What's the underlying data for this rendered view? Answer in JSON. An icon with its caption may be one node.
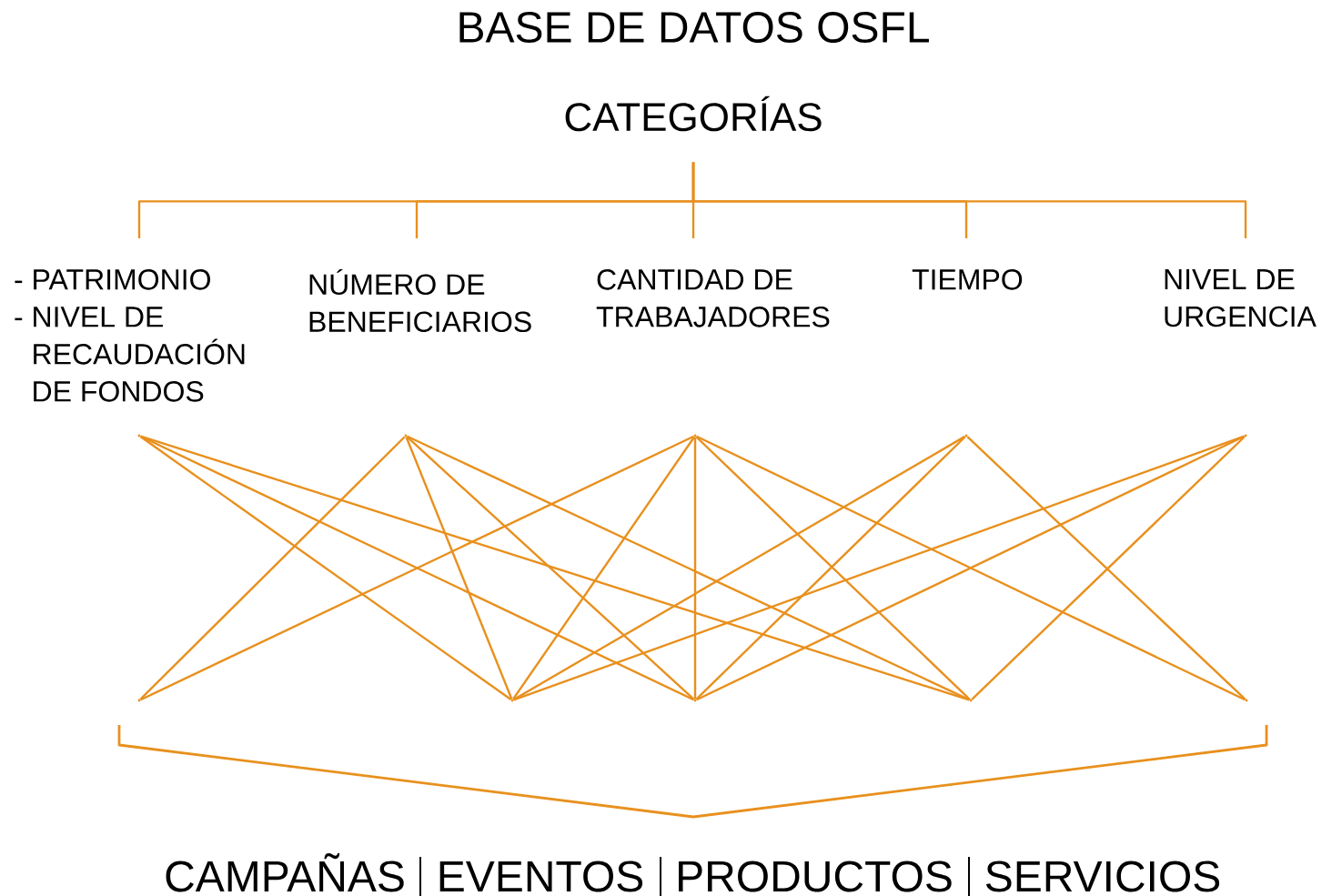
{
  "diagram": {
    "title": "BASE DE DATOS OSFL",
    "nodes": [
      {
        "text": [
          "CATEGORÍAS"
        ]
      },
      {
        "text": [
          "- PATRIMONIO",
          "- NIVEL DE RECAUDACIÓN DE FONDOS"
        ]
      },
      {
        "text": [
          "NÚMERO DE BENEFICIARIOS"
        ]
      },
      {
        "text": [
          "CANTIDAD DE TRABAJADORES"
        ]
      },
      {
        "text": [
          "TIEMPO"
        ]
      },
      {
        "text": [
          "NIVEL DE URGENCIA"
        ]
      },
      {
        "text": [],
        "shape": "point"
      },
      {
        "text": [],
        "shape": "point"
      },
      {
        "text": [],
        "shape": "point"
      },
      {
        "text": [],
        "shape": "point"
      },
      {
        "text": [],
        "shape": "point"
      },
      {
        "text": [],
        "shape": "point"
      },
      {
        "text": [],
        "shape": "point"
      },
      {
        "text": [],
        "shape": "point"
      },
      {
        "text": [],
        "shape": "point"
      },
      {
        "text": [],
        "shape": "point"
      }
    ],
    "edges": [
      {
        "from": 0,
        "to": 1,
        "arrow": "none"
      },
      {
        "from": 0,
        "to": 2,
        "arrow": "none"
      },
      {
        "from": 0,
        "to": 3,
        "arrow": "none"
      },
      {
        "from": 0,
        "to": 4,
        "arrow": "none"
      },
      {
        "from": 0,
        "to": 5,
        "arrow": "none"
      },
      {
        "from": 6,
        "to": 12,
        "arrow": "none"
      },
      {
        "from": 6,
        "to": 13,
        "arrow": "none"
      },
      {
        "from": 6,
        "to": 14,
        "arrow": "none"
      },
      {
        "from": 7,
        "to": 11,
        "arrow": "none"
      },
      {
        "from": 7,
        "to": 12,
        "arrow": "none"
      },
      {
        "from": 7,
        "to": 13,
        "arrow": "none"
      },
      {
        "from": 7,
        "to": 14,
        "arrow": "none"
      },
      {
        "from": 8,
        "to": 11,
        "arrow": "none"
      },
      {
        "from": 8,
        "to": 12,
        "arrow": "none"
      },
      {
        "from": 8,
        "to": 13,
        "arrow": "none"
      },
      {
        "from": 8,
        "to": 14,
        "arrow": "none"
      },
      {
        "from": 8,
        "to": 15,
        "arrow": "none"
      },
      {
        "from": 9,
        "to": 12,
        "arrow": "none"
      },
      {
        "from": 9,
        "to": 13,
        "arrow": "none"
      },
      {
        "from": 9,
        "to": 15,
        "arrow": "none"
      },
      {
        "from": 10,
        "to": 12,
        "arrow": "none"
      },
      {
        "from": 10,
        "to": 13,
        "arrow": "none"
      },
      {
        "from": 10,
        "to": 14,
        "arrow": "none"
      }
    ],
    "labels": [
      "CAMPAÑAS",
      "EVENTOS",
      "PRODUCTOS",
      "SERVICIOS"
    ]
  }
}
